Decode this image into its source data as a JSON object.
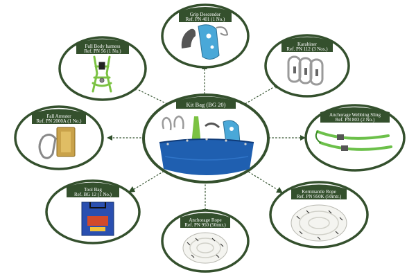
{
  "diagram": {
    "hub": {
      "label": "Kit Bag (BG 20)"
    },
    "items": [
      {
        "line1": "Grip Descendor",
        "line2": "Ref. PN 401 (1 No.)"
      },
      {
        "line1": "Full Body harness",
        "line2": "Ref. PN 56 (1 No.)"
      },
      {
        "line1": "Karabiner",
        "line2": "Ref. PN 112 (3 Nos.)"
      },
      {
        "line1": "Fall Arrester",
        "line2": "Ref. PN 2000A (1 No.)"
      },
      {
        "line1": "Anchorage Webbing Sling",
        "line2": "Ref. PN 803 (2 No.)"
      },
      {
        "line1": "Tool Bag",
        "line2": "Ref. BG 12 (1 No.)"
      },
      {
        "line1": "Kernmantle Rope",
        "line2": "Ref. PN 950K (50mtr.)"
      },
      {
        "line1": "Anchorage Rope",
        "line2": "Ref. PN 950 (50mtr.)"
      }
    ],
    "colors": {
      "frame": "#34502d",
      "connector": "#2f4f2a",
      "harness": "#7bc242",
      "descender": "#4aa8d8",
      "bag": "#1f5fb0",
      "sling": "#6cc04a"
    }
  }
}
